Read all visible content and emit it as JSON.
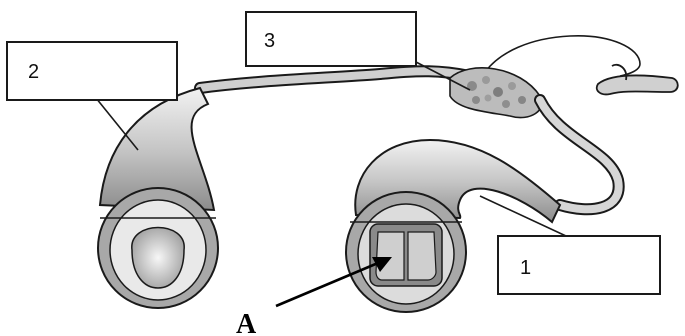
{
  "labels": {
    "box_1": "1",
    "box_2": "2",
    "box_3": "3",
    "pointer_a": "A"
  },
  "colors": {
    "vessel_light": "#e6e6e6",
    "vessel_mid": "#b9b9b9",
    "vessel_dark": "#6e6e6e",
    "outline": "#1a1a1a",
    "box_fill": "#ffffff"
  }
}
